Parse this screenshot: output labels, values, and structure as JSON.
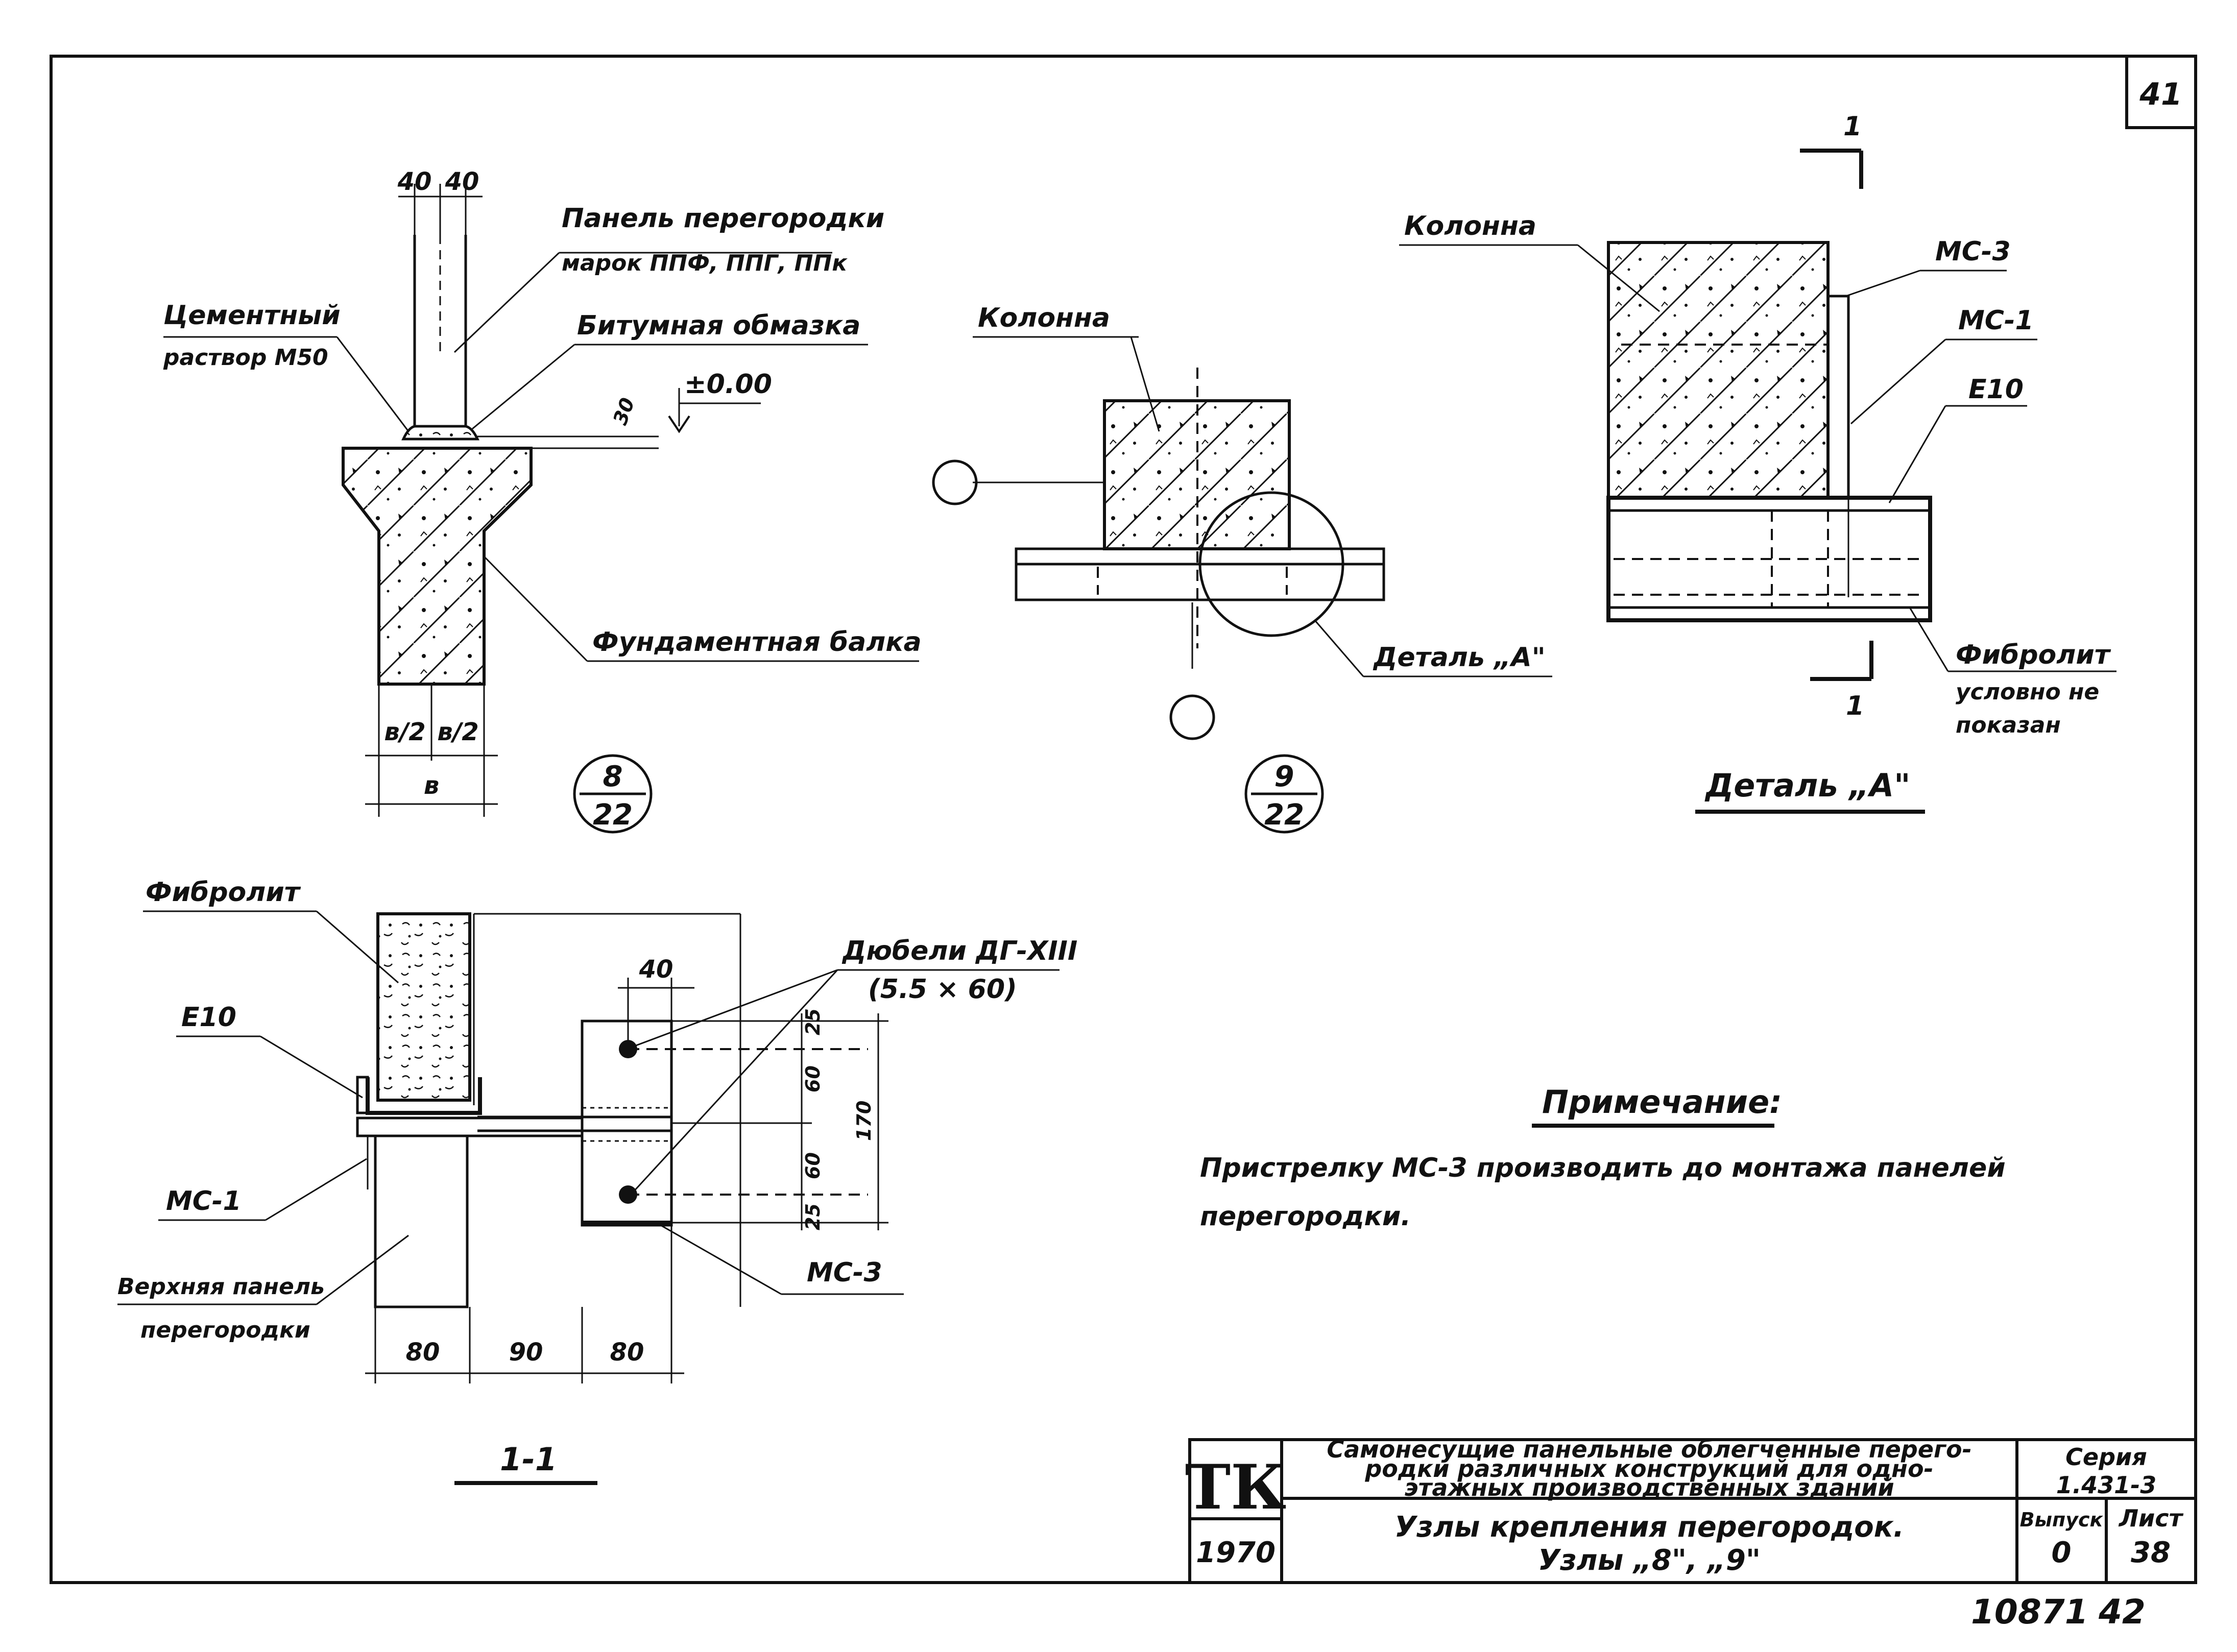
{
  "sheet_number": "41",
  "node8": {
    "dim_40a": "40",
    "dim_40b": "40",
    "panel_label_1": "Панель перегородки",
    "panel_label_2": "марок ППФ, ППГ, ППк",
    "mortar_label_1": "Цементный",
    "mortar_label_2": "раствор М50",
    "bitumen_label": "Битумная обмазка",
    "level": "±0.00",
    "dim_30": "30",
    "beam_label": "Фундаментная балка",
    "dim_b2_left": "в/2",
    "dim_b2_right": "в/2",
    "dim_b": "в",
    "marker_top": "8",
    "marker_bottom": "22"
  },
  "node9": {
    "column_label": "Колонна",
    "detail_label": "Деталь „А\"",
    "marker_top": "9",
    "marker_bottom": "22"
  },
  "detail_a": {
    "column_label": "Колонна",
    "mc3": "МС-3",
    "mc1": "МС-1",
    "channel": "Е10",
    "fibro_1": "Фибролит",
    "fibro_2": "условно не",
    "fibro_3": "показан",
    "section_mark": "1",
    "title": "Деталь „А\""
  },
  "section11": {
    "fibro_label": "Фибролит",
    "channel": "Е10",
    "mc1": "МС-1",
    "upper_panel_1": "Верхняя панель",
    "upper_panel_2": "перегородки",
    "dowel_1": "Дюбели ДГ-XIII",
    "dowel_2": "(5.5 × 60)",
    "dim_40": "40",
    "dim_25a": "25",
    "dim_60a": "60",
    "dim_60b": "60",
    "dim_25b": "25",
    "dim_170": "170",
    "mc3": "МС-3",
    "dim_80a": "80",
    "dim_90": "90",
    "dim_80b": "80",
    "title": "1-1"
  },
  "note": {
    "title": "Примечание:",
    "line1": "Пристрелку МС-3 производить до монтажа панелей",
    "line2": "перегородки."
  },
  "stamp": {
    "logo": "ТК",
    "year": "1970",
    "desc_1": "Самонесущие панельные облегченные перего-",
    "desc_2": "родки различных конструкций для одно-",
    "desc_3": "этажных производственных зданий",
    "series_label": "Серия",
    "series_value": "1.431-3",
    "title_1": "Узлы крепления перегородок.",
    "title_2": "Узлы „8\", „9\"",
    "issue_label": "Выпуск",
    "issue_value": "0",
    "sheet_label": "Лист",
    "sheet_value": "38",
    "footer_1": "10871",
    "footer_2": "42"
  }
}
